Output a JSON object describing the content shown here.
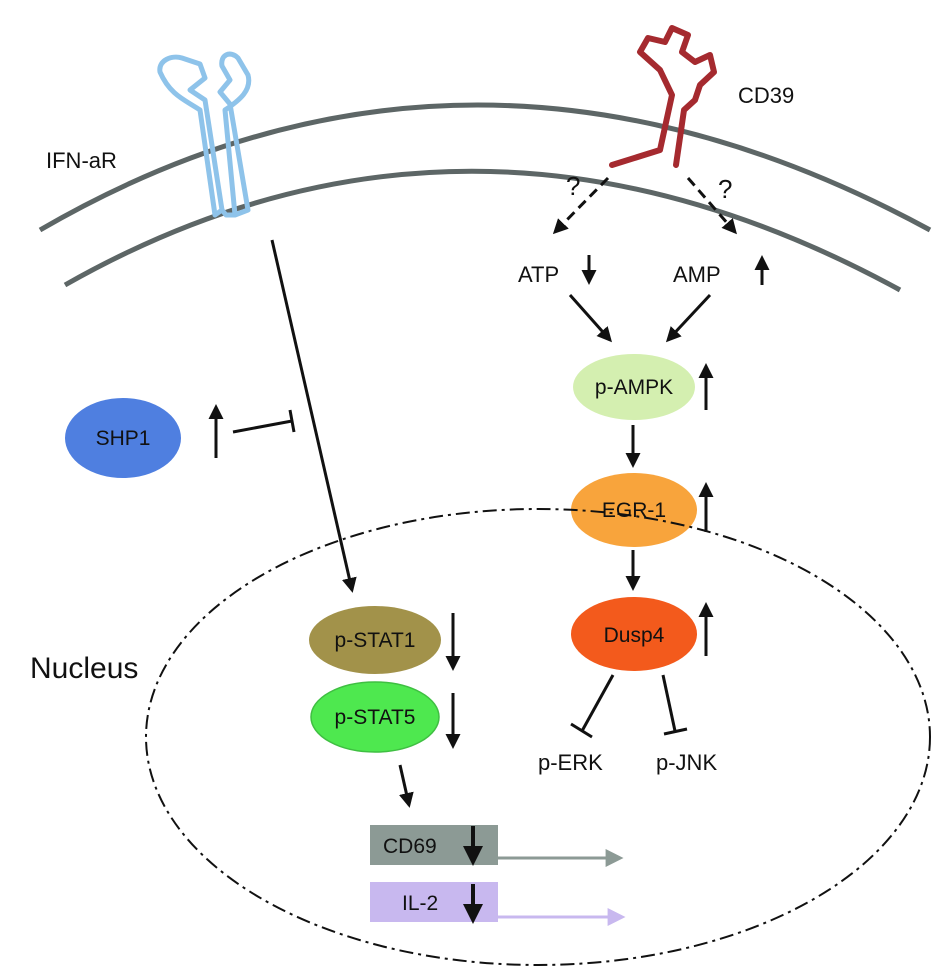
{
  "labels": {
    "ifn_receptor": "IFN-aR",
    "cd39": "CD39",
    "question_left": "?",
    "question_right": "?",
    "atp": "ATP",
    "amp": "AMP",
    "nucleus": "Nucleus",
    "p_erk": "p-ERK",
    "p_jnk": "p-JNK"
  },
  "nodes": {
    "shp1": {
      "label": "SHP1",
      "color": "#4f7fe0",
      "trend": "up"
    },
    "p_ampk": {
      "label": "p-AMPK",
      "color": "#d4efb0",
      "trend": "up"
    },
    "egr1": {
      "label": "EGR-1",
      "color": "#f8a43c",
      "trend": "up"
    },
    "dusp4": {
      "label": "Dusp4",
      "color": "#f35a1c",
      "trend": "up"
    },
    "p_stat1": {
      "label": "p-STAT1",
      "color": "#a2924a",
      "trend": "down"
    },
    "p_stat5": {
      "label": "p-STAT5",
      "color": "#4ee84f",
      "trend": "down"
    }
  },
  "genes": {
    "cd69": {
      "label": "CD69",
      "box_color": "#8c9a95",
      "arrow_color": "#8c9a95",
      "trend": "down"
    },
    "il2": {
      "label": "IL-2",
      "box_color": "#c8b8ef",
      "arrow_color": "#c8b8ef",
      "trend": "down"
    }
  },
  "colors": {
    "membrane": "#5d6666",
    "ifn_receptor": "#8ec3ea",
    "cd39": "#a52a2f"
  }
}
